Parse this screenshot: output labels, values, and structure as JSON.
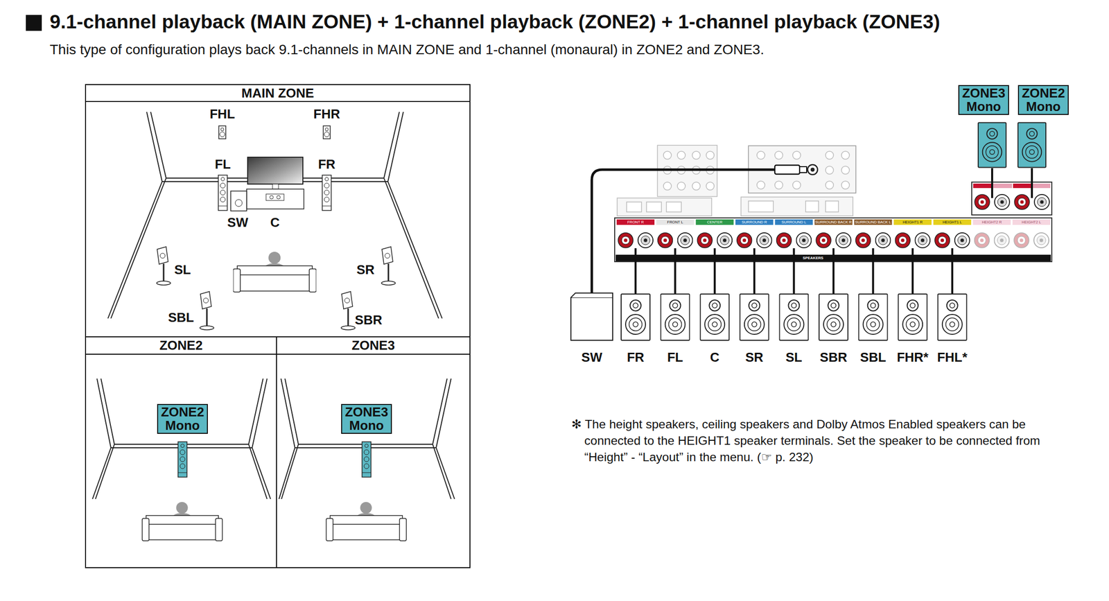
{
  "diagram": {
    "title": "9.1-channel playback (MAIN ZONE) + 1-channel playback (ZONE2) + 1-channel playback (ZONE3)",
    "nodes": [
      {
        "text": [
          "MAIN ZONE"
        ]
      },
      {
        "text": [
          "ZONE2"
        ]
      },
      {
        "text": [
          "ZONE3"
        ]
      },
      {
        "text": [
          "ZONE2 Mono"
        ],
        "in": 1
      },
      {
        "text": [
          "ZONE3 Mono"
        ],
        "in": 2
      },
      {
        "text": [
          "ZONE3 Mono"
        ]
      },
      {
        "text": [
          "ZONE2 Mono"
        ]
      }
    ],
    "labels": [
      "This type of configuration plays back 9.1-channels in MAIN ZONE and 1-channel (monaural) in ZONE2 and ZONE3.",
      "FHL",
      "FHR",
      "FL",
      "FR",
      "SW",
      "C",
      "SL",
      "SR",
      "SBL",
      "SBR",
      "SW",
      "FR",
      "FL",
      "C",
      "SR",
      "SL",
      "SBR",
      "SBL",
      "FHR*",
      "FHL*",
      "FRONT R",
      "FRONT L",
      "CENTER",
      "SURROUND R",
      "SURROUND L",
      "SURROUND BACK R",
      "SURROUND BACK L",
      "HEIGHT1 R",
      "HEIGHT1 L",
      "HEIGHT2 R",
      "HEIGHT2 L",
      "SPEAKERS",
      "✻ The height speakers, ceiling speakers and Dolby Atmos Enabled speakers can be connected to the HEIGHT1 speaker terminals. Set the speaker to be connected from “Height” - “Layout” in the menu. (☞ p. 232)"
    ]
  }
}
